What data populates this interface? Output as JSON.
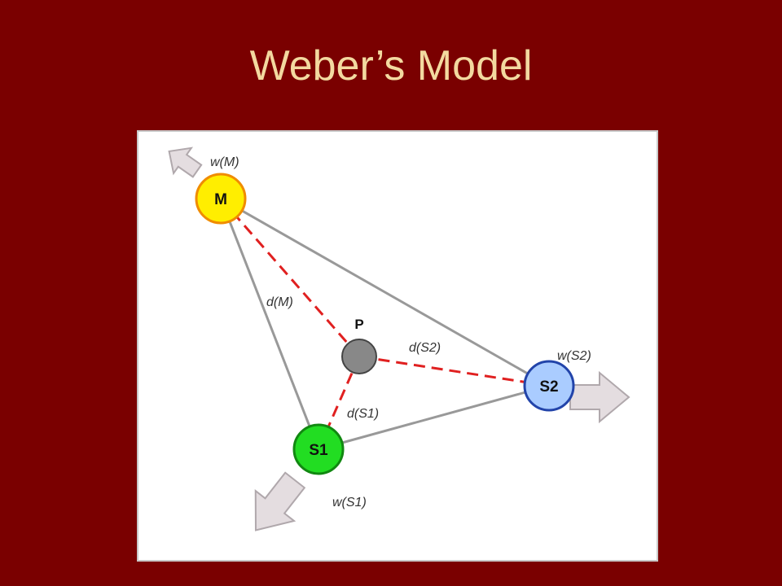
{
  "slide": {
    "title": "Weber’s Model"
  },
  "diagram": {
    "nodes": {
      "m": {
        "label": "M",
        "fill": "#ffee00",
        "stroke": "#f08c00"
      },
      "s1": {
        "label": "S1",
        "fill": "#22dd22",
        "stroke": "#118811"
      },
      "s2": {
        "label": "S2",
        "fill": "#aaccff",
        "stroke": "#2244aa"
      },
      "p": {
        "label": "P",
        "fill": "#888888",
        "stroke": "#444444"
      }
    },
    "weights": {
      "m": "w(M)",
      "s1": "w(S1)",
      "s2": "w(S2)"
    },
    "distances": {
      "m": "d(M)",
      "s1": "d(S1)",
      "s2": "d(S2)"
    },
    "colors": {
      "triangle_edge": "#999999",
      "distance_edge": "#e02020",
      "arrow_fill": "#e4dde0",
      "arrow_stroke": "#b0a8ac"
    }
  }
}
